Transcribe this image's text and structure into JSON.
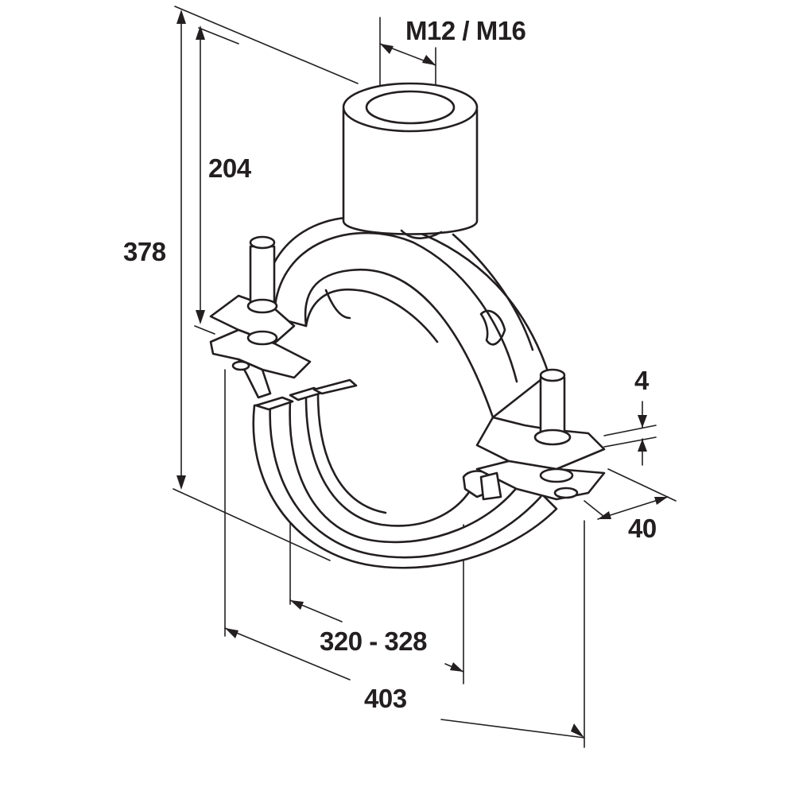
{
  "dimensions": {
    "thread": "M12 / M16",
    "overall_height": "378",
    "center_height": "204",
    "band_thickness": "4",
    "band_width": "40",
    "pipe_range": "320 - 328",
    "overall_width": "403"
  },
  "colors": {
    "line": "#231f20",
    "background": "#ffffff"
  }
}
